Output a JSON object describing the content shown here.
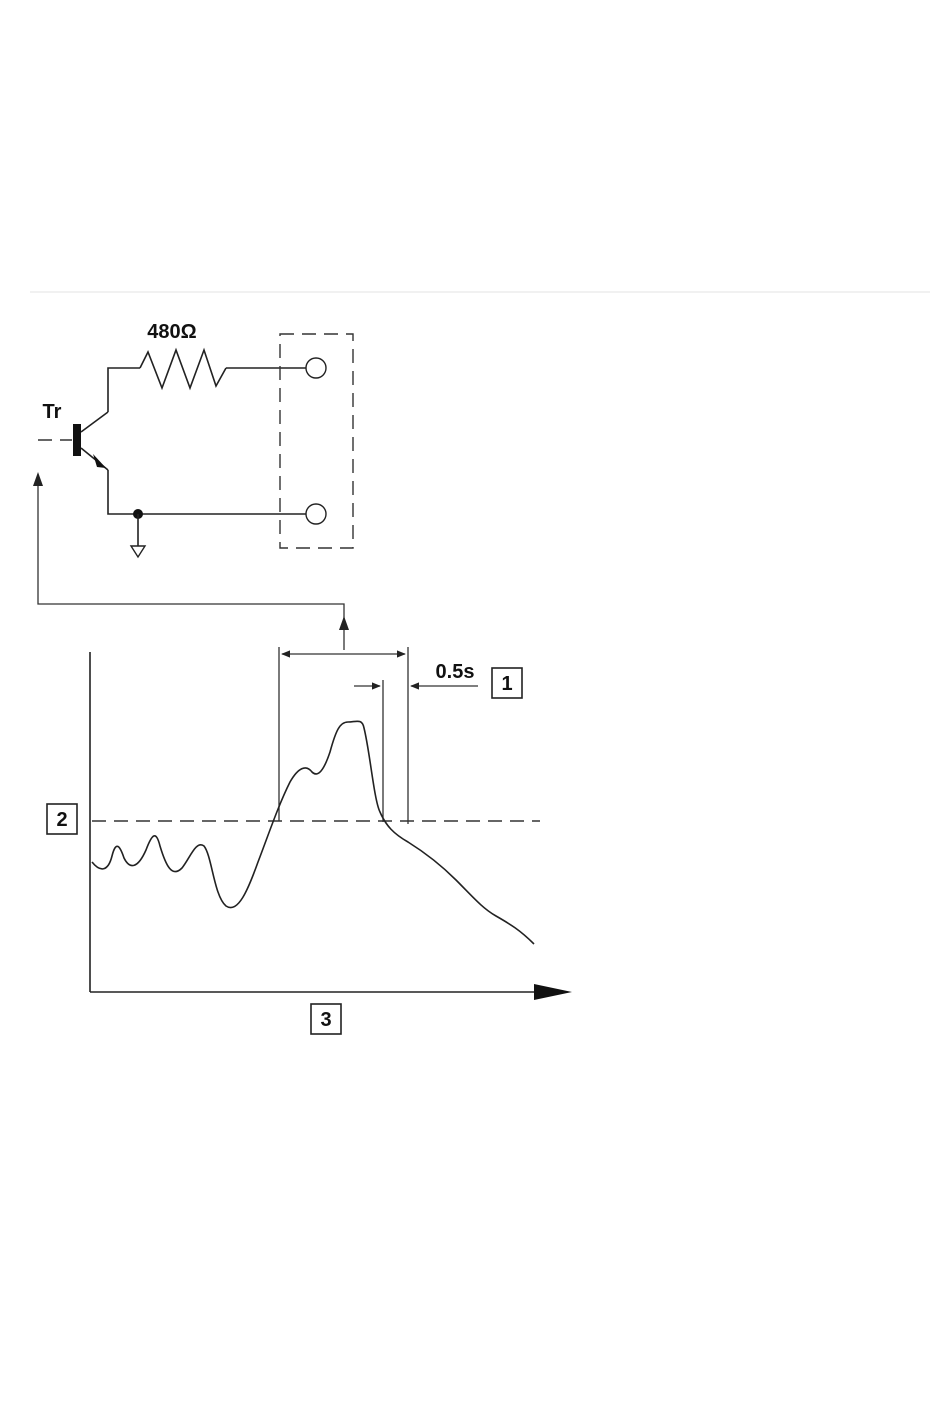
{
  "labels": {
    "resistor": "480Ω",
    "transistor": "Tr",
    "time": "0.5s",
    "callout_1": "1",
    "callout_2": "2",
    "callout_3": "3"
  },
  "colors": {
    "line": "#222222",
    "background": "#ffffff"
  }
}
